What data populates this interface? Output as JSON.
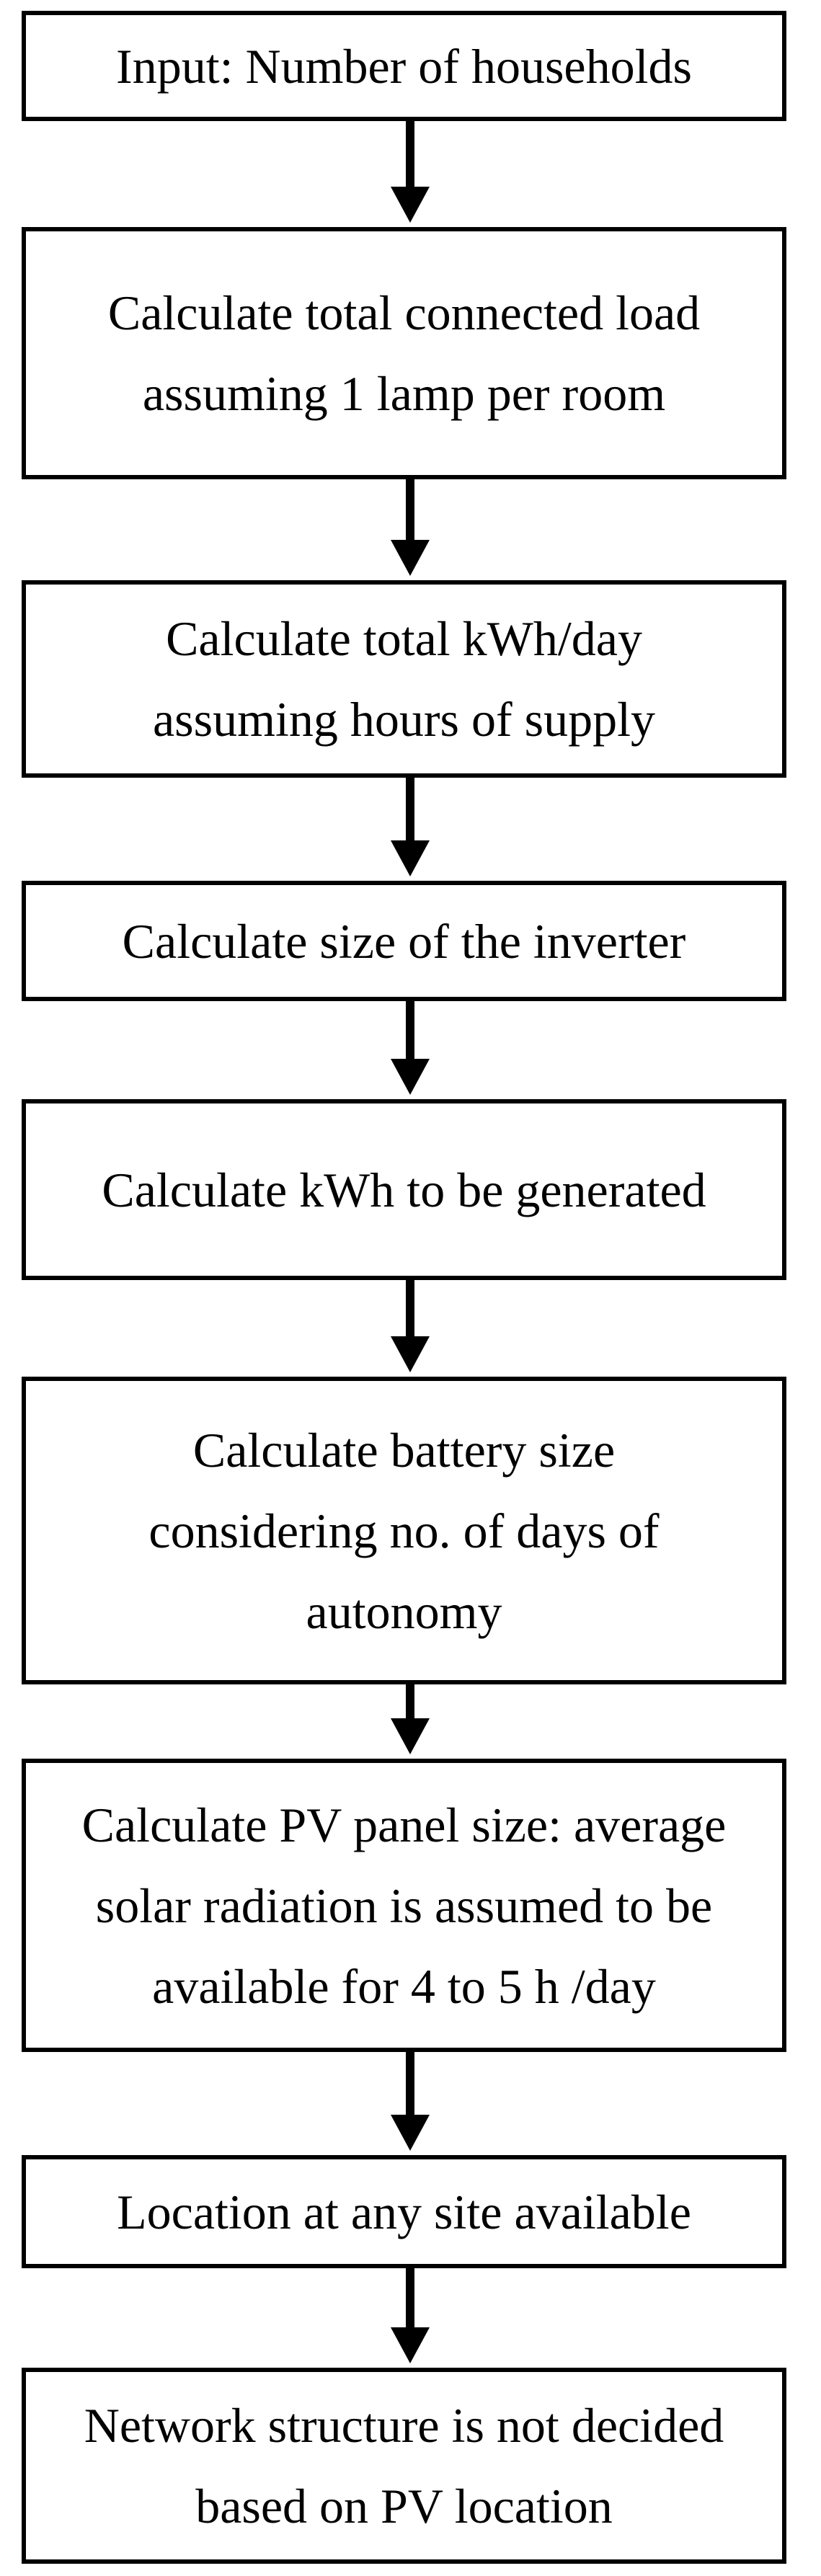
{
  "steps": [
    {
      "lines": [
        "Input: Number of households"
      ]
    },
    {
      "lines": [
        "Calculate total connected load",
        "assuming 1 lamp per room"
      ]
    },
    {
      "lines": [
        "Calculate total kWh/day",
        "assuming hours of supply"
      ]
    },
    {
      "lines": [
        "Calculate size of the inverter"
      ]
    },
    {
      "lines": [
        "Calculate kWh to be generated"
      ]
    },
    {
      "lines": [
        "Calculate battery size",
        "considering no. of days of",
        "autonomy"
      ]
    },
    {
      "lines": [
        "Calculate PV panel size: average",
        "solar radiation is assumed to be",
        "available for 4 to 5 h /day"
      ]
    },
    {
      "lines": [
        "Location at any site available"
      ]
    },
    {
      "lines": [
        "Network structure is not decided",
        "based on PV location"
      ]
    }
  ]
}
